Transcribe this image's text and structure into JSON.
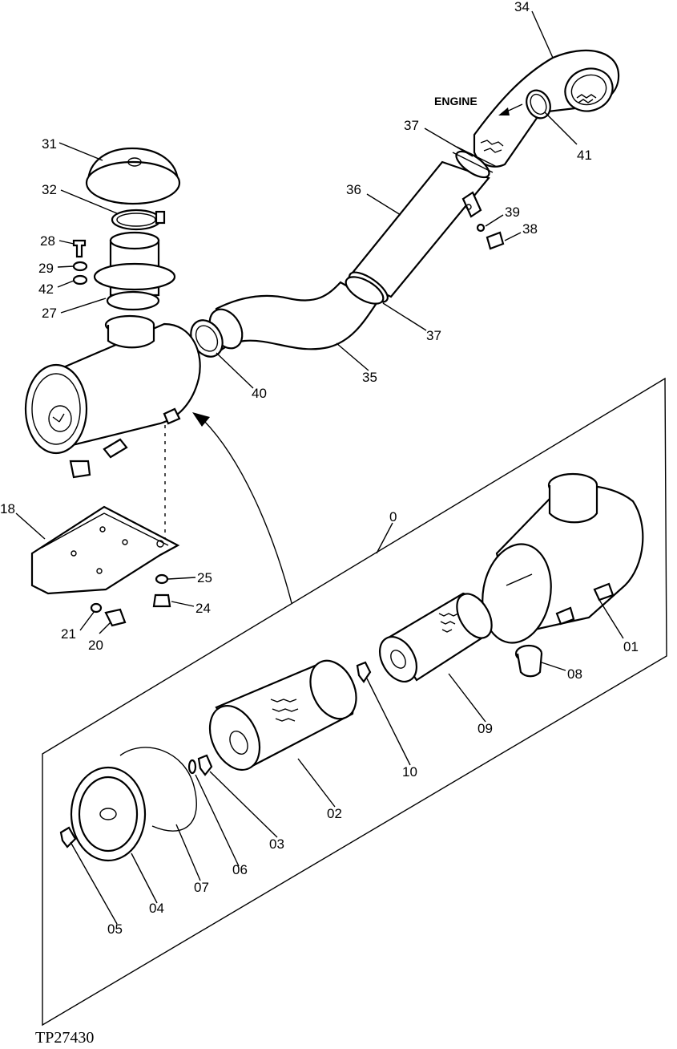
{
  "figure_id": "TP27430",
  "engine_label": "ENGINE",
  "callouts": {
    "c34": "34",
    "c41": "41",
    "c37a": "37",
    "c37b": "37",
    "c36": "36",
    "c39": "39",
    "c38": "38",
    "c35": "35",
    "c40": "40",
    "c31": "31",
    "c32": "32",
    "c28": "28",
    "c29": "29",
    "c42": "42",
    "c27": "27",
    "c18": "18",
    "c25": "25",
    "c24": "24",
    "c21": "21",
    "c20": "20",
    "c0": "0",
    "c01": "01",
    "c08": "08",
    "c09": "09",
    "c10": "10",
    "c02": "02",
    "c03": "03",
    "c06": "06",
    "c07": "07",
    "c04": "04",
    "c05": "05"
  }
}
